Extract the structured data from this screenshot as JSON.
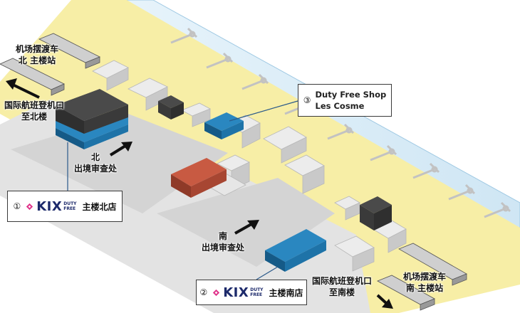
{
  "map": {
    "shuttle_north": {
      "line1": "机场摆渡车",
      "line2": "北 主楼站"
    },
    "shuttle_south": {
      "line1": "机场摆渡车",
      "line2": "南 主楼站"
    },
    "checkin_north": {
      "line1": "国际航班登机口",
      "line2": "至北楼"
    },
    "checkin_south": {
      "line1": "国际航班登机口",
      "line2": "至南楼"
    },
    "immigration_north": {
      "line1": "北",
      "line2": "出境审查处"
    },
    "immigration_south": {
      "line1": "南",
      "line2": "出境审查处"
    },
    "stores": [
      {
        "number": "①",
        "brand": "KIX",
        "brand_sub1": "DUTY",
        "brand_sub2": "FREE",
        "name": "主楼北店"
      },
      {
        "number": "②",
        "brand": "KIX",
        "brand_sub1": "DUTY",
        "brand_sub2": "FREE",
        "name": "主楼南店"
      }
    ],
    "shop3": {
      "number": "③",
      "line1": "Duty Free Shop",
      "line2": "Les Cosme"
    },
    "colors": {
      "corridor": "#f7eea6",
      "building": "#d8d8d8",
      "shop_blue": "#1e73a8",
      "dark_block": "#3a3a3a",
      "red_block": "#b54a35",
      "kix_navy": "#1d2a6b"
    }
  }
}
